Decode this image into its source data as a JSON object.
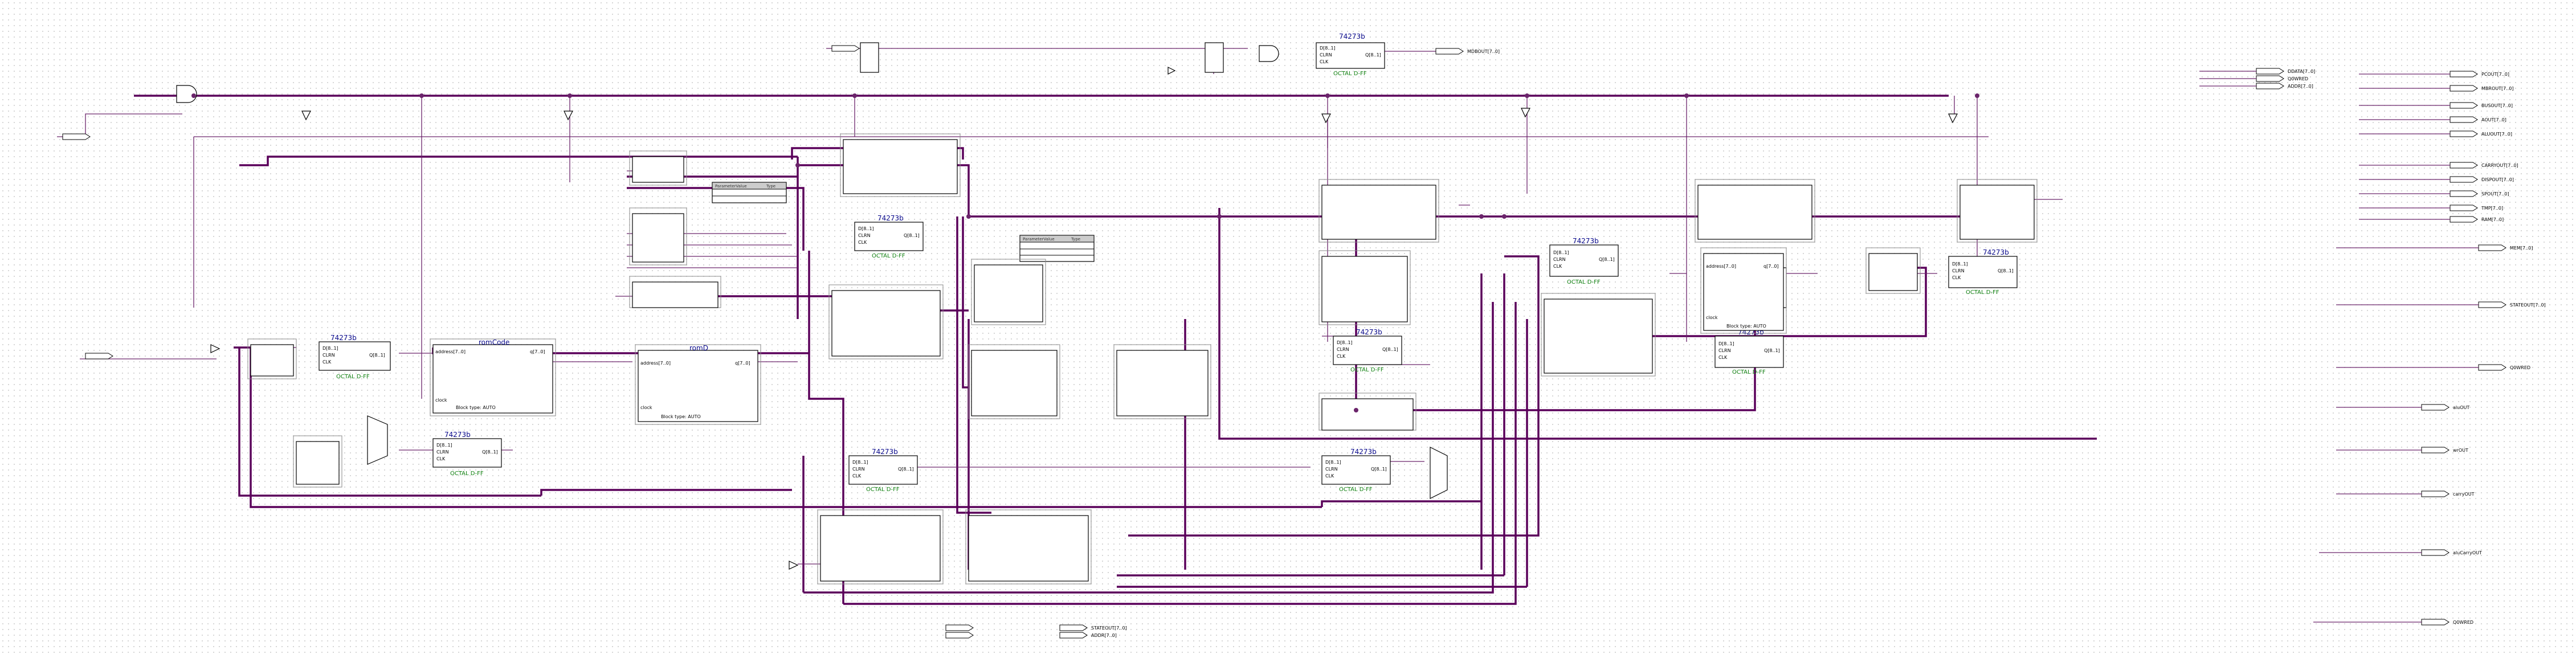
{
  "schematic": {
    "part_label": "74273b",
    "part_desc": "OCTAL D-FF",
    "pins": {
      "d": "D[8..1]",
      "clrn": "CLRN",
      "clk": "CLK",
      "q": "Q[8..1]"
    },
    "rom_code_title": "romCode",
    "rom_block_type": "Block type: AUTO",
    "rom_in": "address[7..0]",
    "rom_out": "q[7..0]",
    "rom_clock": "clock",
    "rom_d_title": "romD",
    "param_header": [
      "ParameterValue",
      "Type"
    ],
    "outputs": [
      "MDBOUT[7..0]",
      "DDATA[7..0]",
      "PCOUT[7..0]",
      "MBROUT[7..0]",
      "BUSOUT[7..0]",
      "AOUT[7..0]",
      "ALUOUT[7..0]",
      "CARRYOUT[7..0]",
      "DISPOUT[7..0]",
      "SPOUT[7..0]",
      "TMP[7..0]",
      "RAM[7..0]",
      "MEM[7..0]",
      "aluOUT",
      "carryOUT",
      "wrOUT",
      "aluCarryOUT",
      "STATEOUT[7..0]",
      "Q0WRED",
      "ADDR[7..0]"
    ]
  }
}
